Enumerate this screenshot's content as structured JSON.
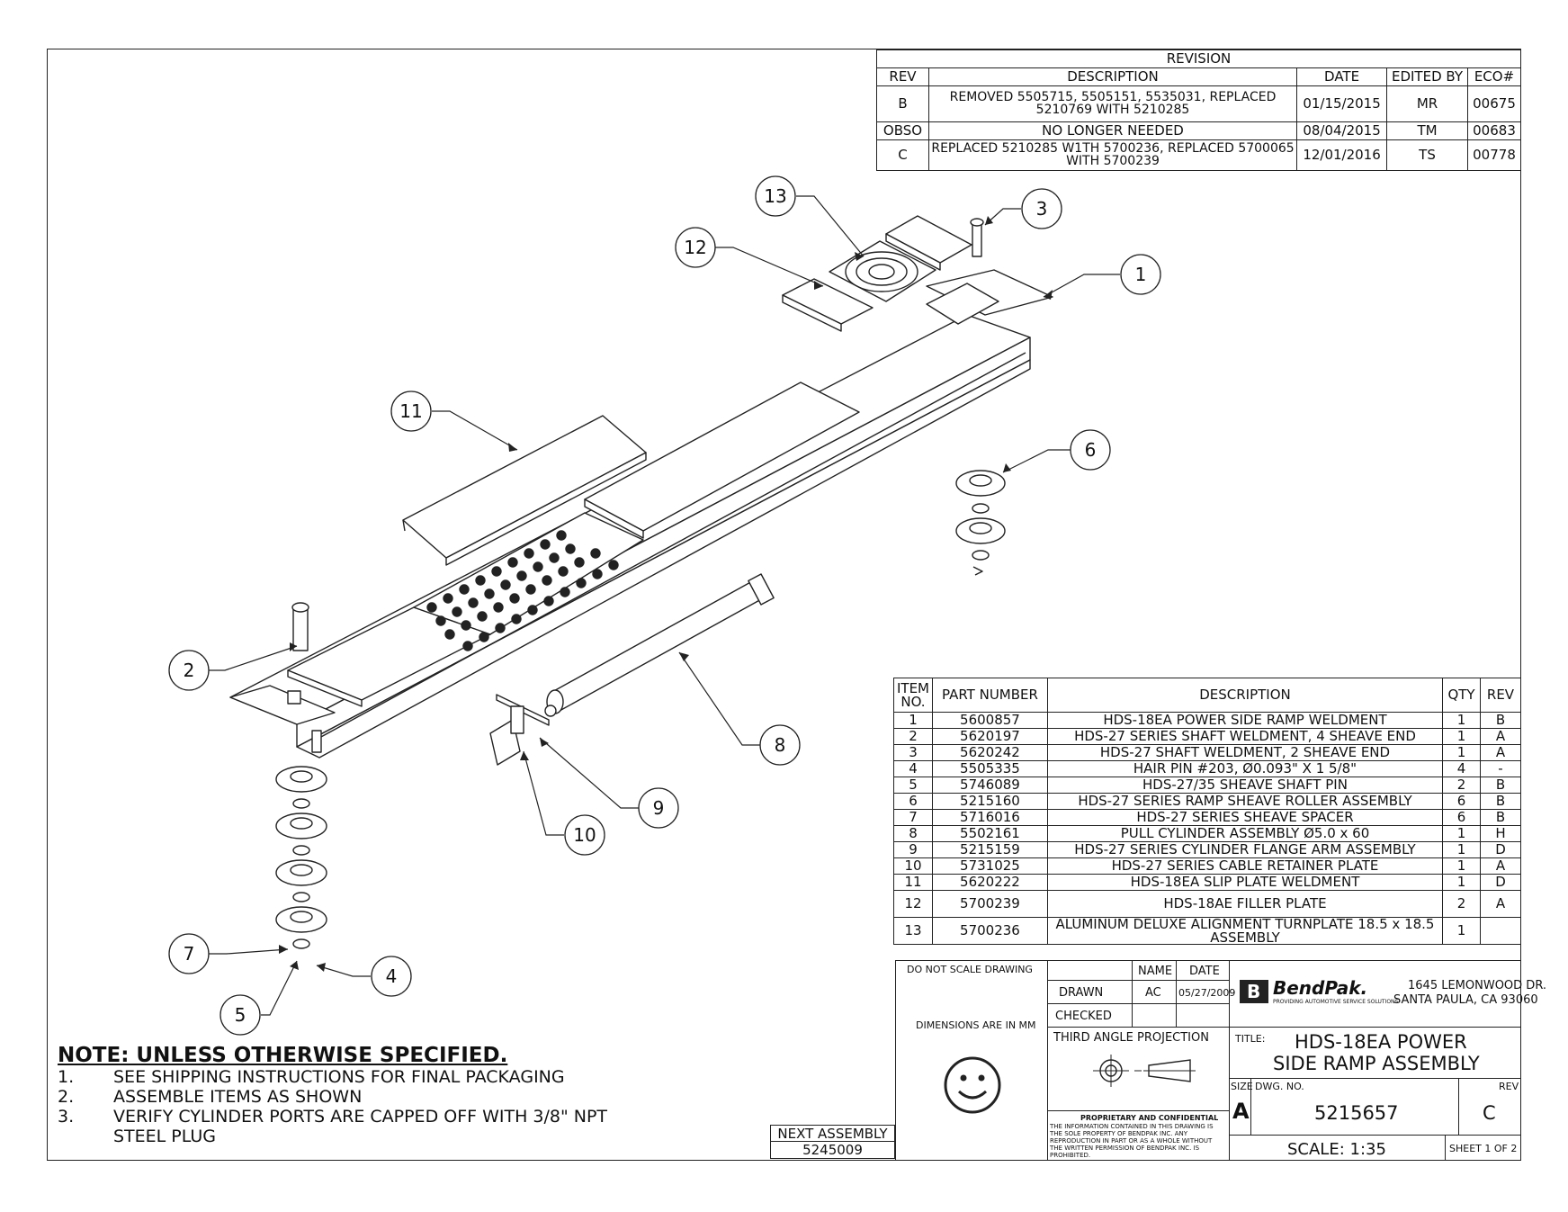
{
  "revision_table": {
    "title": "REVISION",
    "headers": [
      "REV",
      "DESCRIPTION",
      "DATE",
      "EDITED BY",
      "ECO#"
    ],
    "rows": [
      [
        "B",
        "REMOVED 5505715, 5505151, 5535031, REPLACED 5210769 WITH 5210285",
        "01/15/2015",
        "MR",
        "00675"
      ],
      [
        "OBSO",
        "NO LONGER NEEDED",
        "08/04/2015",
        "TM",
        "00683"
      ],
      [
        "C",
        "REPLACED 5210285 W1TH 5700236, REPLACED 5700065 WITH 5700239",
        "12/01/2016",
        "TS",
        "00778"
      ]
    ]
  },
  "bom": {
    "headers": [
      "ITEM NO.",
      "PART NUMBER",
      "DESCRIPTION",
      "QTY",
      "REV"
    ],
    "rows": [
      [
        "1",
        "5600857",
        "HDS-18EA POWER SIDE RAMP WELDMENT",
        "1",
        "B"
      ],
      [
        "2",
        "5620197",
        "HDS-27 SERIES SHAFT WELDMENT, 4 SHEAVE END",
        "1",
        "A"
      ],
      [
        "3",
        "5620242",
        "HDS-27 SHAFT WELDMENT, 2 SHEAVE END",
        "1",
        "A"
      ],
      [
        "4",
        "5505335",
        "HAIR PIN #203, Ø0.093\" X 1 5/8\"",
        "4",
        "-"
      ],
      [
        "5",
        "5746089",
        "HDS-27/35 SHEAVE SHAFT PIN",
        "2",
        "B"
      ],
      [
        "6",
        "5215160",
        "HDS-27 SERIES RAMP SHEAVE ROLLER ASSEMBLY",
        "6",
        "B"
      ],
      [
        "7",
        "5716016",
        "HDS-27 SERIES SHEAVE SPACER",
        "6",
        "B"
      ],
      [
        "8",
        "5502161",
        "PULL CYLINDER ASSEMBLY Ø5.0 x 60",
        "1",
        "H"
      ],
      [
        "9",
        "5215159",
        "HDS-27 SERIES CYLINDER FLANGE ARM ASSEMBLY",
        "1",
        "D"
      ],
      [
        "10",
        "5731025",
        "HDS-27 SERIES CABLE RETAINER PLATE",
        "1",
        "A"
      ],
      [
        "11",
        "5620222",
        "HDS-18EA SLIP PLATE WELDMENT",
        "1",
        "D"
      ],
      [
        "12",
        "5700239",
        "HDS-18AE  FILLER PLATE",
        "2",
        "A"
      ],
      [
        "13",
        "5700236",
        "ALUMINUM DELUXE ALIGNMENT TURNPLATE 18.5 x 18.5 ASSEMBLY",
        "1",
        ""
      ]
    ]
  },
  "balloons": [
    "1",
    "2",
    "3",
    "4",
    "5",
    "6",
    "7",
    "8",
    "9",
    "10",
    "11",
    "12",
    "13"
  ],
  "notes": {
    "heading": "NOTE: UNLESS OTHERWISE SPECIFIED.",
    "items": [
      {
        "num": "1.",
        "text": "SEE SHIPPING INSTRUCTIONS FOR FINAL PACKAGING"
      },
      {
        "num": "2.",
        "text": "ASSEMBLE ITEMS AS SHOWN"
      },
      {
        "num": "3.",
        "text": "VERIFY CYLINDER PORTS ARE CAPPED OFF WITH 3/8\" NPT STEEL PLUG"
      }
    ]
  },
  "next_assembly": {
    "label": "NEXT ASSEMBLY",
    "value": "5245009"
  },
  "title_block": {
    "do_not_scale": "DO NOT SCALE DRAWING",
    "name_label": "NAME",
    "date_label": "DATE",
    "drawn_label": "DRAWN",
    "drawn_name": "AC",
    "drawn_date": "05/27/2009",
    "checked_label": "CHECKED",
    "dimensions": "DIMENSIONS ARE IN MM",
    "projection": "THIRD ANGLE PROJECTION",
    "proprietary_title": "PROPRIETARY AND CONFIDENTIAL",
    "proprietary_text": "THE INFORMATION CONTAINED IN THIS DRAWING IS THE SOLE PROPERTY OF BENDPAK INC. ANY REPRODUCTION IN PART OR AS A WHOLE WITHOUT THE WRITTEN PERMISSION OF BENDPAK INC. IS PROHIBITED.",
    "company": "BendPak.",
    "tagline": "PROVIDING AUTOMOTIVE SERVICE SOLUTIONS",
    "address1": "1645 LEMONWOOD DR.",
    "address2": "SANTA PAULA, CA 93060",
    "title_label": "TITLE:",
    "title_line1": "HDS-18EA POWER",
    "title_line2": "SIDE RAMP ASSEMBLY",
    "size_label": "SIZE",
    "size": "A",
    "dwg_label": "DWG. NO.",
    "dwg_no": "5215657",
    "rev_label": "REV",
    "rev": "C",
    "scale": "SCALE: 1:35",
    "sheet": "SHEET 1 OF 2"
  }
}
